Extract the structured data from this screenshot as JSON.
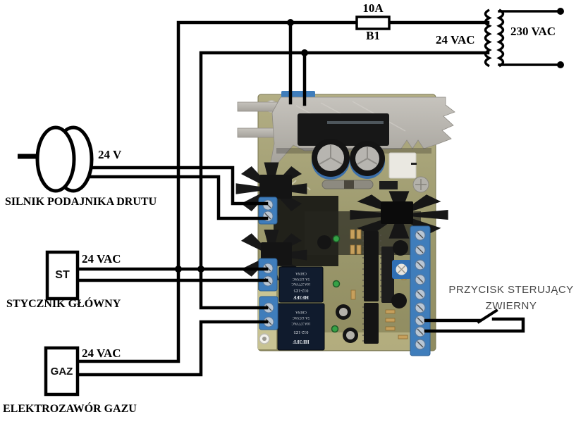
{
  "schematic": {
    "background_color": "#ffffff",
    "wire_color": "#000000",
    "fuse": {
      "rating": "10A",
      "designator": "B1"
    },
    "transformer": {
      "secondary_voltage": "24 VAC",
      "primary_voltage": "230 VAC"
    },
    "wire_feeder_motor": {
      "voltage": "24 V",
      "caption": "SILNIK PODAJNIKA DRUTU"
    },
    "main_contactor": {
      "box_label": "ST",
      "voltage": "24 VAC",
      "caption": "STYCZNIK GŁÓWNY"
    },
    "gas_solenoid_valve": {
      "box_label": "GAZ",
      "voltage": "24 VAC",
      "caption": "ELEKTROZAWÓR GAZU"
    },
    "control_button": {
      "caption_line1": "PRZYCISK STERUJĄCY",
      "caption_line2": "ZWIERNY"
    }
  },
  "pcb": {
    "board_color": "#a9a478",
    "heatsink_color": "#b8b5af",
    "terminal_block_color": "#3f7dbb",
    "relay_body_color": "#111c2e",
    "relay_markings": {
      "brand": "HF3FF",
      "model": "012-1Z5",
      "rating_1": "10A 277VAC",
      "rating_2": "5A 125VAC",
      "origin": "CHINA"
    }
  }
}
